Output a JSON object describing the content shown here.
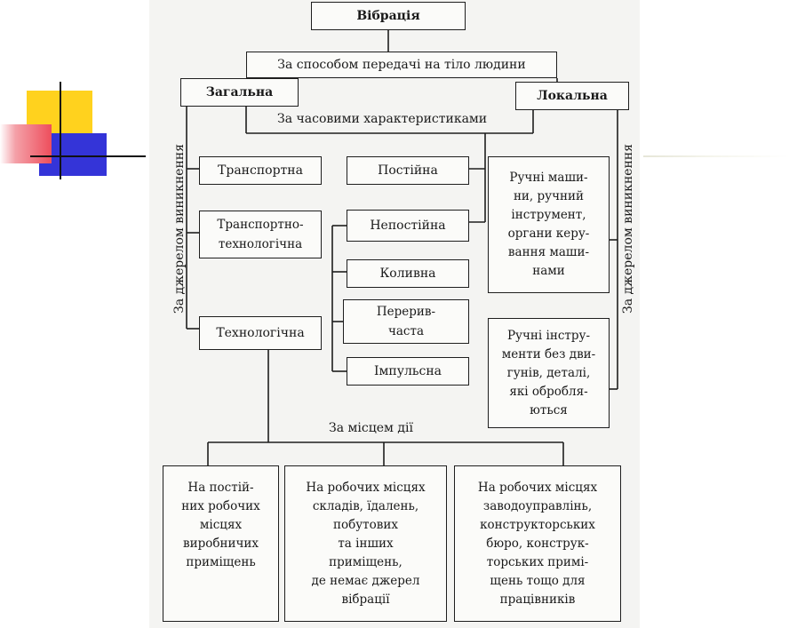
{
  "root": "Вібрація",
  "level1": "За способом передачі на тіло людини",
  "general": "Загальна",
  "local": "Локальна",
  "time_label": "За часовими характеристиками",
  "source_label_left": "За джерелом виникнення",
  "source_label_right": "За джерелом виникнення",
  "general_sources": [
    "Транспортна",
    "Транспортно-\nтехнологічна",
    "Технологічна"
  ],
  "time_items": [
    "Постійна",
    "Непостійна"
  ],
  "nonconstant_items": [
    "Коливна",
    "Перерив-\nчаста",
    "Імпульсна"
  ],
  "local_sources": [
    "Ручні маши-\nни, ручний\nінструмент,\nоргани керу-\nвання маши-\nнами",
    "Ручні інстру-\nменти без дви-\nгунів, деталі,\nякі обробля-\nються"
  ],
  "place_label": "За місцем дії",
  "place_items": [
    "На постій-\nних робочих\nмісцях\nвиробничих\nприміщень",
    "На робочих місцях\nскладів, їдалень,\nпобутових\nта інших\nприміщень,\nде немає джерел\nвібрації",
    "На робочих місцях\nзаводоуправлінь,\nконструкторських\nбюро, конструк-\nторських примі-\nщень тощо для\nпрацівників"
  ],
  "colors": {
    "accent_yellow": "#ffd21e",
    "accent_red": "#f0505a",
    "accent_blue": "#3030d8",
    "ink": "#1e1e1e"
  }
}
